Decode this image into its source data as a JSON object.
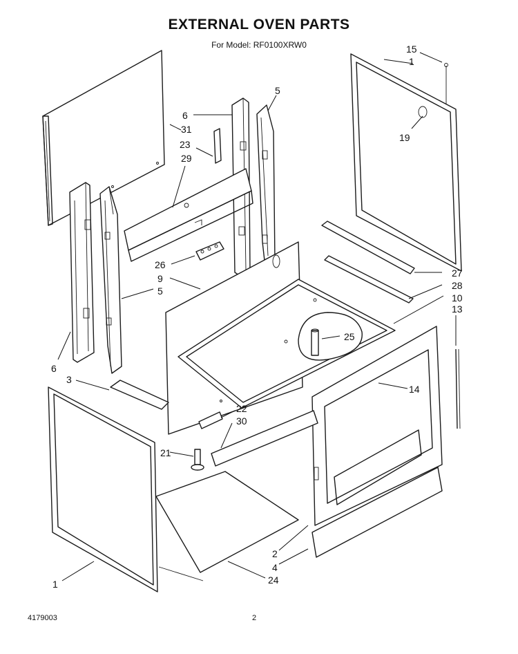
{
  "header": {
    "title": "EXTERNAL OVEN PARTS",
    "subtitle": "For Model: RF0100XRW0"
  },
  "footer": {
    "doc_number": "4179003",
    "page": "2"
  },
  "callouts": {
    "c15": "15",
    "c1_top": "1",
    "c19": "19",
    "c6_top": "6",
    "c5_top": "5",
    "c31": "31",
    "c23": "23",
    "c29": "29",
    "c26": "26",
    "c9": "9",
    "c5_mid": "5",
    "c27": "27",
    "c28": "28",
    "c10": "10",
    "c13": "13",
    "c25": "25",
    "c6_left": "6",
    "c3": "3",
    "c14": "14",
    "c22": "22",
    "c30": "30",
    "c21": "21",
    "c2": "2",
    "c4": "4",
    "c1_bottom": "1",
    "c24": "24"
  }
}
